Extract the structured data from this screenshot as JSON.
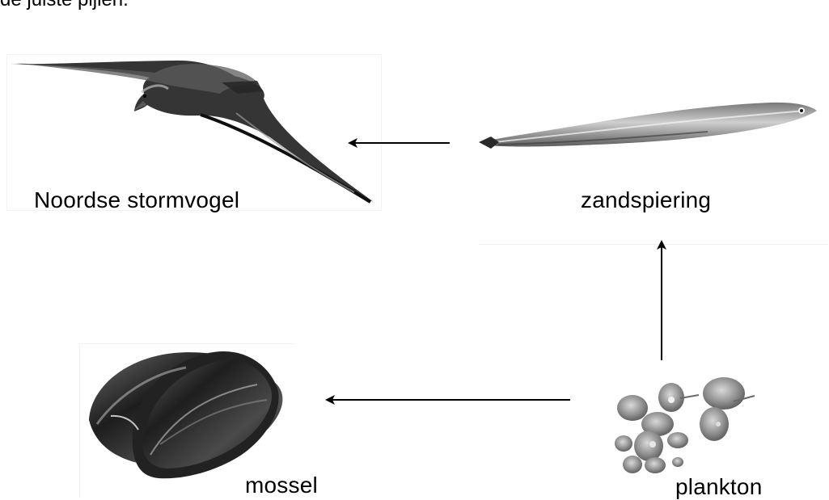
{
  "header": {
    "partial_text": "de juiste pijlen."
  },
  "organisms": {
    "stormvogel": "Noordse stormvogel",
    "zandspiering": "zandspiering",
    "mossel": "mossel",
    "plankton": "plankton"
  },
  "arrows": [
    {
      "from": "zandspiering",
      "to": "Noordse stormvogel"
    },
    {
      "from": "plankton",
      "to": "zandspiering"
    },
    {
      "from": "plankton",
      "to": "mossel"
    }
  ],
  "colors": {
    "arrow": "#000000",
    "text": "#000000"
  },
  "icons": {
    "bird": "fulmar-bird-icon",
    "fish": "sand-eel-fish-icon",
    "mussel": "mussel-shell-icon",
    "plankton": "plankton-cells-icon"
  }
}
